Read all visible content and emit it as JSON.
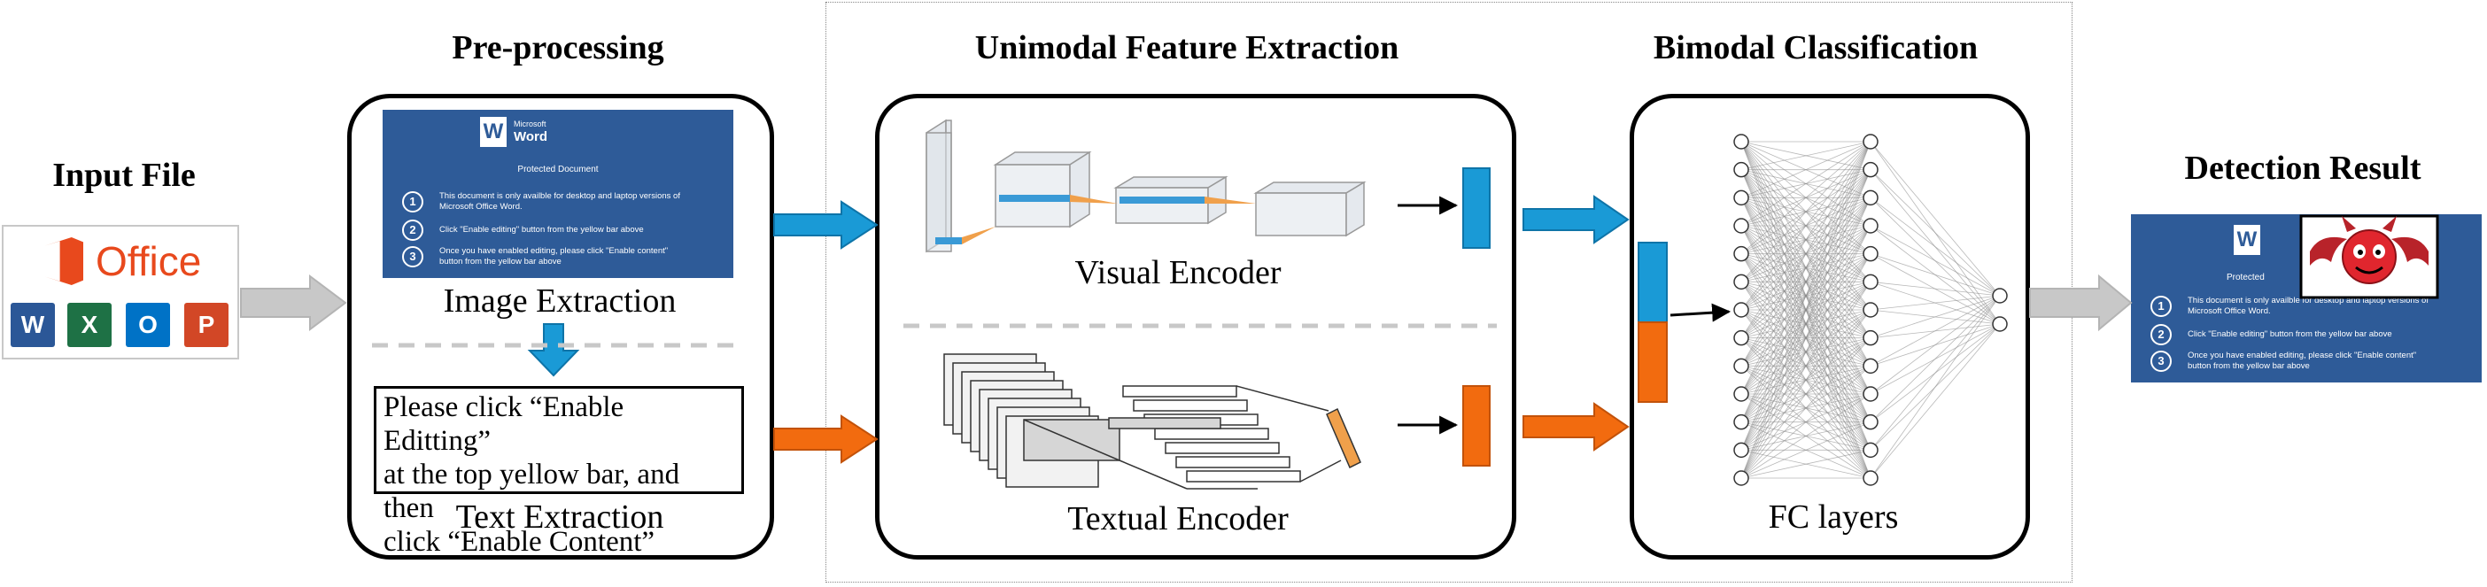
{
  "input": {
    "title": "Input File",
    "office_logo_text": "Office",
    "app_icons": [
      {
        "letter": "W",
        "color": "#2b5797",
        "icon": "word-icon"
      },
      {
        "letter": "X",
        "color": "#1e7145",
        "icon": "excel-icon"
      },
      {
        "letter": "O",
        "color": "#0072c6",
        "icon": "outlook-icon"
      },
      {
        "letter": "P",
        "color": "#d24726",
        "icon": "powerpoint-icon"
      }
    ]
  },
  "preprocessing": {
    "title": "Pre-processing",
    "image_label": "Image Extraction",
    "text_label": "Text Extraction",
    "extracted_text": [
      "Please click “Enable Editting”",
      "at the top yellow bar, and then",
      "click “Enable Content”"
    ]
  },
  "document": {
    "brand_small": "Microsoft",
    "brand_large": "Word",
    "heading": "Protected Document",
    "steps": [
      {
        "num": "1",
        "lines": [
          "This document is only availble for desktop and laptop versions of",
          "Microsoft Office Word."
        ]
      },
      {
        "num": "2",
        "lines": [
          "Click \"Enable editing\" button from the yellow bar above"
        ]
      },
      {
        "num": "3",
        "lines": [
          "Once you have enabled editing, please click \"Enable content\"",
          "button from the yellow bar above"
        ]
      }
    ]
  },
  "unimodal": {
    "title": "Unimodal Feature Extraction",
    "visual_label": "Visual Encoder",
    "textual_label": "Textual Encoder"
  },
  "bimodal": {
    "title": "Bimodal Classification",
    "fc_label": "FC layers"
  },
  "result": {
    "title": "Detection Result",
    "heading": "Protected"
  },
  "colors": {
    "visual": "#1a9ad6",
    "textual": "#f26b0f",
    "doc_bg": "#2e5b98",
    "arrow_gray": "#c8c8c8",
    "office_red": "#e8491d"
  }
}
